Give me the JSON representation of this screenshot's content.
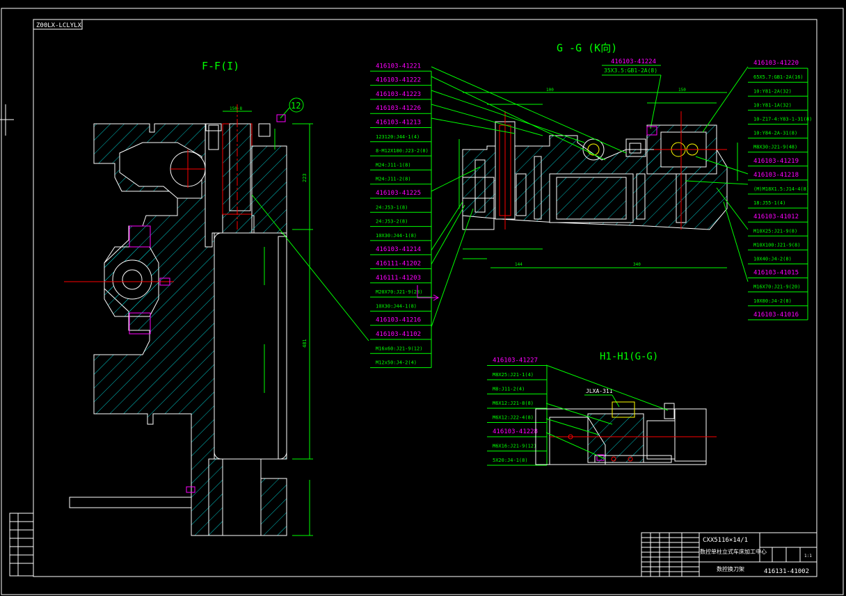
{
  "drawing_number_top": "Z00LX-LCLYLX",
  "views": {
    "ff": "F-F(I)",
    "gg": "G -G (K向)",
    "h1": "H1-H1(G-G)"
  },
  "balloon": "12",
  "left_part_labels": [
    "416103-41221",
    "416103-41222",
    "416103-41223",
    "416103-41226",
    "416103-41213",
    "123120:J44-1(4)",
    "8-M12X180:J23-2(8)",
    "M24:J11-1(8)",
    "M24:J11-2(8)",
    "416103-41225",
    "24:J53-1(8)",
    "24:J53-2(8)",
    "10X30:J44-1(8)",
    "416103-41214",
    "416111-41202",
    "416111-41203",
    "M20X70:J21-9(28)",
    "10X30:J44-1(8)",
    "416103-41216",
    "416103-41102",
    "M16x60:J21-9(12)",
    "M12x50:J4-2(4)"
  ],
  "top_part_label": "416103-41224",
  "top_part_spec": "35X3.5:GB1-2A(8)",
  "right_part_labels": [
    "416103-41220",
    "65X5.7:GB1-2A(16)",
    "10:Y81-2A(32)",
    "10:Y81-1A(32)",
    "10-Z17-4:Y83-1-31(8)",
    "10:Y84-2A-31(8)",
    "M8X30:J21-9(48)",
    "416103-41219",
    "416103-41218",
    "(M)M18X1.5:J14-4(8)",
    "18:J55-1(4)",
    "416103-41012",
    "M10X25:J21-9(8)",
    "M10X100:J21-9(8)",
    "10X40:J4-2(8)",
    "416103-41015",
    "M16X70:J21-9(20)",
    "10X80:J4-2(8)",
    "416103-41016"
  ],
  "h1_part_labels": [
    "416103-41227",
    "M8X25:J21-1(4)",
    "M8:J11-2(4)",
    "M6X12:J21-8(8)",
    "M6X12:J22-4(8)",
    "416103-41228",
    "M6X16:J21-9(12)",
    "5X20:J4-1(8)"
  ],
  "h1_callout": "JLXA-311",
  "title_block": {
    "line1": "CXX5116×14/1",
    "line2": "数控单柱立式车床加工中心",
    "line3": "数控换刀架",
    "drawing_no": "416131-41002",
    "scale": "1:1"
  },
  "colors": {
    "background": "#000000",
    "frame": "#ffffff",
    "leader": "#00ff00",
    "hatch": "#00c8c8",
    "dimension": "#00ff00",
    "centerline": "#ff0000",
    "magenta": "#ff00ff",
    "yellow": "#ffff00"
  }
}
